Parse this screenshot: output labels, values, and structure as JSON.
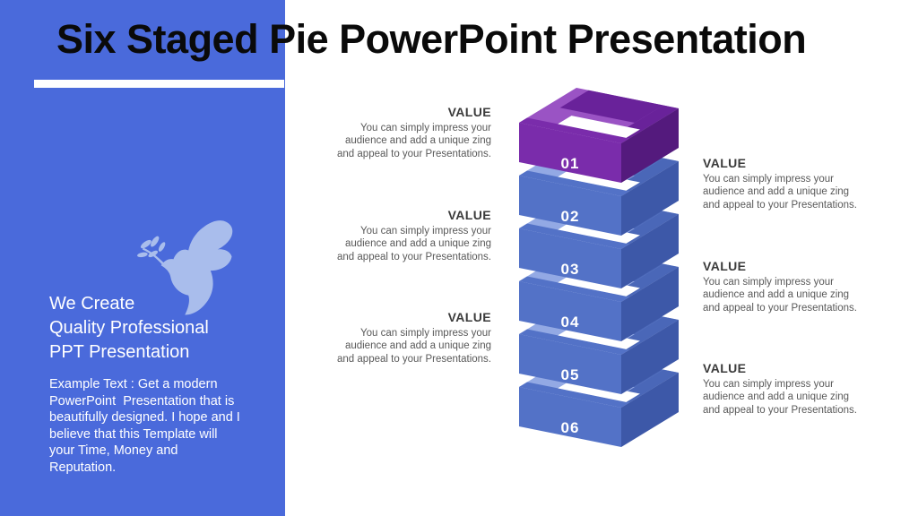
{
  "title": "Six Staged Pie PowerPoint Presentation",
  "sidebar": {
    "heading_lines": [
      "We Create",
      "Quality Professional",
      "PPT Presentation"
    ],
    "paragraph_lines": [
      "Example Text : Get a modern",
      "PowerPoint  Presentation that is",
      "beautifully designed. I hope and I",
      "believe that this Template will",
      "your Time, Money and",
      "Reputation."
    ],
    "colors": {
      "background": "#4A6ADB",
      "dove": "#A9BDEC",
      "underline": "#FFFFFF"
    }
  },
  "value_blocks": {
    "heading": "VALUE",
    "lines": [
      "You can simply impress your",
      "audience and add a unique zing",
      "and appeal to your Presentations."
    ],
    "heading_color": "#3B3B3B",
    "body_color": "#595959"
  },
  "stack": {
    "boxes": [
      {
        "number": "01",
        "colors": {
          "light": "#9A53C4",
          "front": "#7A2CAB",
          "inner": "#69229A",
          "dark": "#541A7D"
        }
      },
      {
        "number": "02",
        "colors": {
          "light": "#93A9E4",
          "front": "#5372C7",
          "inner": "#4A67B8",
          "dark": "#3D58A8"
        }
      },
      {
        "number": "03",
        "colors": {
          "light": "#93A9E4",
          "front": "#5372C7",
          "inner": "#4A67B8",
          "dark": "#3D58A8"
        }
      },
      {
        "number": "04",
        "colors": {
          "light": "#93A9E4",
          "front": "#5372C7",
          "inner": "#4A67B8",
          "dark": "#3D58A8"
        }
      },
      {
        "number": "05",
        "colors": {
          "light": "#93A9E4",
          "front": "#5372C7",
          "inner": "#4A67B8",
          "dark": "#3D58A8"
        }
      },
      {
        "number": "06",
        "colors": {
          "light": "#93A9E4",
          "front": "#5372C7",
          "inner": "#4A67B8",
          "dark": "#3D58A8"
        }
      }
    ]
  }
}
